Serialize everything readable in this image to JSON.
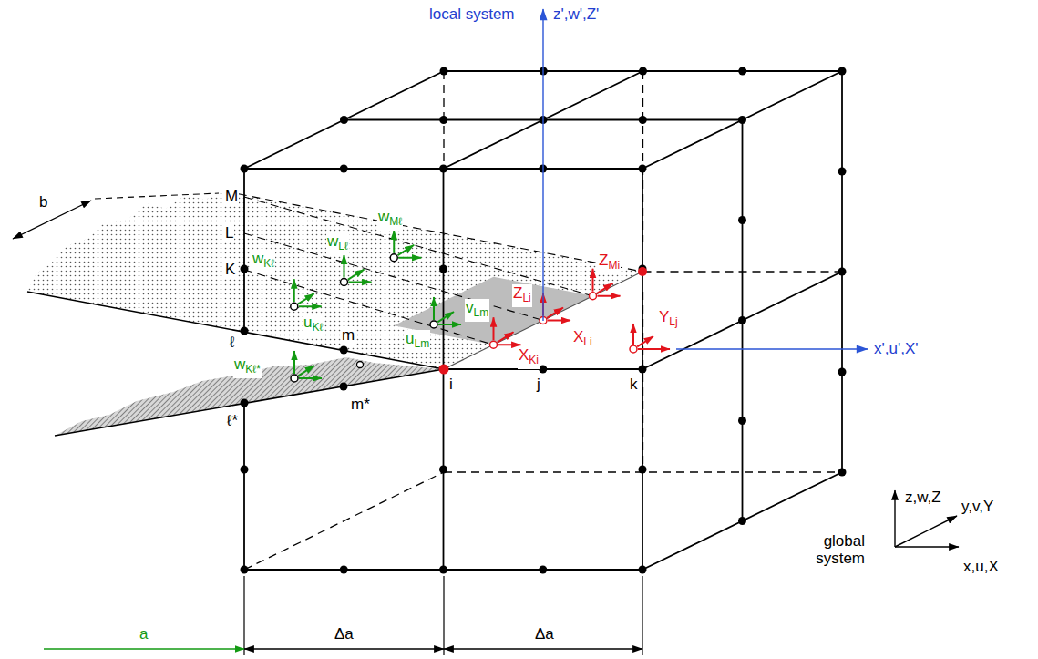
{
  "diagram": {
    "labels": [
      "local system",
      "z',w',Z'",
      "b",
      "M",
      "L",
      "K",
      "wMℓ",
      "wLℓ",
      "wKℓ",
      "uKℓ",
      "vLm",
      "uLm",
      "ZMi",
      "ZLi",
      "YLj",
      "XLi",
      "XKi",
      "x',u',X'",
      "ℓ",
      "m",
      "wKℓ*",
      "m*",
      "ℓ*",
      "i",
      "j",
      "k",
      "z,w,Z",
      "y,v,Y",
      "global system",
      "x,u,X",
      "a",
      "Δa",
      "Δa"
    ]
  }
}
